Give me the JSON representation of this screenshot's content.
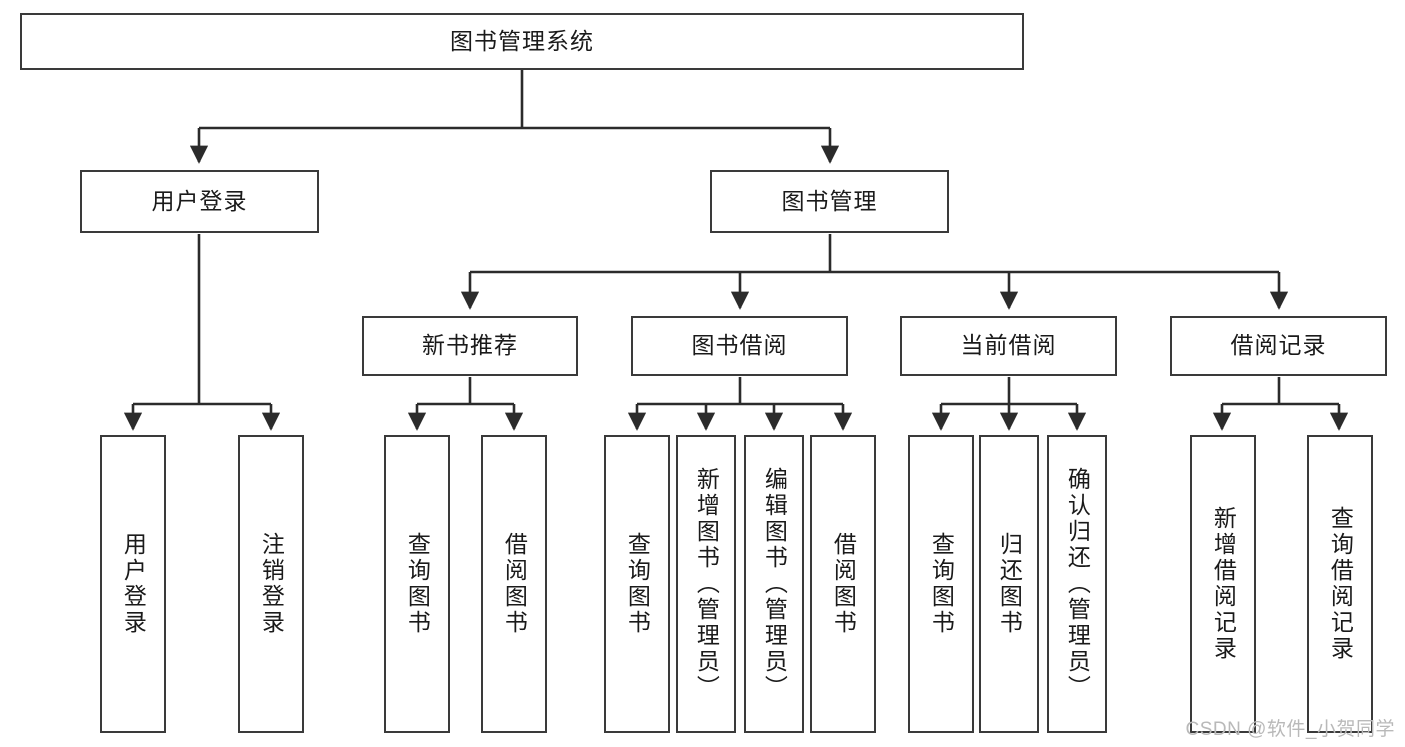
{
  "diagram": {
    "title": "图书管理系统",
    "type": "hierarchy-tree",
    "watermark": "CSDN @软件_小贺同学",
    "colors": {
      "box_border": "#3a3a3a",
      "box_fill": "#ffffff",
      "connector": "#2b2b2b",
      "text": "#1a1a1a",
      "watermark": "#b9b9b9"
    },
    "nodes": {
      "root": {
        "label": "图书管理系统"
      },
      "level2": [
        {
          "label": "用户登录"
        },
        {
          "label": "图书管理"
        }
      ],
      "level3": [
        {
          "label": "新书推荐"
        },
        {
          "label": "图书借阅"
        },
        {
          "label": "当前借阅"
        },
        {
          "label": "借阅记录"
        }
      ],
      "leaves": {
        "user_login": [
          {
            "label": "用户登录"
          },
          {
            "label": "注销登录"
          }
        ],
        "new_book_recommend": [
          {
            "label": "查询图书"
          },
          {
            "label": "借阅图书"
          }
        ],
        "book_borrow": [
          {
            "label": "查询图书"
          },
          {
            "label": "新增图书（管理员）"
          },
          {
            "label": "编辑图书（管理员）"
          },
          {
            "label": "借阅图书"
          }
        ],
        "current_borrow": [
          {
            "label": "查询图书"
          },
          {
            "label": "归还图书"
          },
          {
            "label": "确认归还（管理员）"
          }
        ],
        "borrow_record": [
          {
            "label": "新增借阅记录"
          },
          {
            "label": "查询借阅记录"
          }
        ]
      }
    }
  }
}
